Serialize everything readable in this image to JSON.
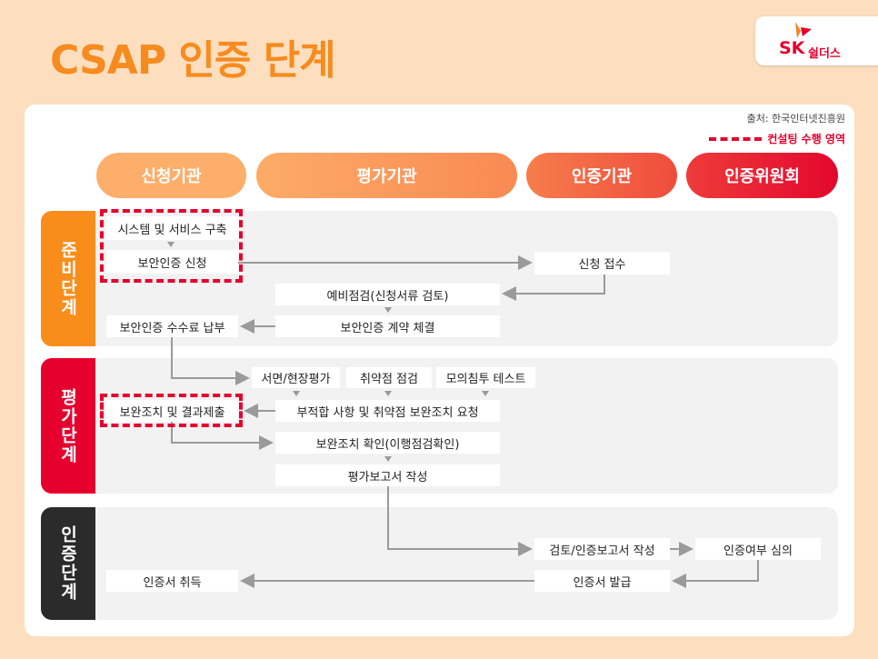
{
  "title": "CSAP 인증 단계",
  "logo": {
    "brand": "SK",
    "name": "쉴더스"
  },
  "source": "출처: 한국인터넷진흥원",
  "legend": "컨설팅 수행 영역",
  "headers": [
    "신청기관",
    "평가기관",
    "인증기관",
    "인증위원회"
  ],
  "phases": [
    "준비단계",
    "평가단계",
    "인증단계"
  ],
  "steps": {
    "build": "시스템 및 서비스 구축",
    "apply": "보안인증 신청",
    "receive": "신청 접수",
    "precheck": "예비점검(신청서류 검토)",
    "contract": "보안인증 계약 체결",
    "fee": "보안인증 수수료 납부",
    "doc_eval": "서면/현장평가",
    "vuln": "취약점 점검",
    "pentest": "모의침투 테스트",
    "request": "부적합 사항 및 취약점 보완조치 요청",
    "submit": "보완조치 및 결과제출",
    "confirm": "보완조치 확인(이행점검확인)",
    "report": "평가보고서 작성",
    "review": "검토/인증보고서 작성",
    "deliberate": "인증여부 심의",
    "issue": "인증서 발급",
    "acquire": "인증서 취득"
  },
  "colors": {
    "orange": "#f68b1f",
    "red": "#e6002d",
    "dark": "#2b2b2b"
  }
}
